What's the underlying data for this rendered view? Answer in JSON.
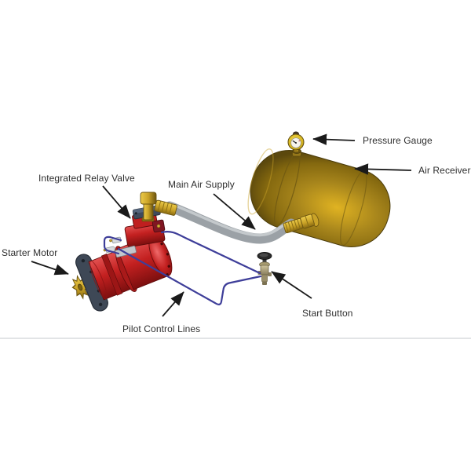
{
  "figure": {
    "labels": {
      "pressure_gauge": "Pressure Gauge",
      "air_receiver": "Air Receiver",
      "integrated_relay_valve": "Integrated Relay Valve",
      "main_air_supply": "Main Air Supply",
      "starter_motor": "Starter Motor",
      "pilot_control_lines": "Pilot Control Lines",
      "start_button": "Start Button"
    },
    "colors": {
      "tank_gold": "#a8861c",
      "tank_gold_light": "#e0b322",
      "tank_gold_dark": "#5b480d",
      "motor_red": "#c32020",
      "motor_red_light": "#e25050",
      "motor_red_dark": "#7c0f0f",
      "flange_slate": "#3e4856",
      "brass": "#c9a227",
      "brass_light": "#eccb4a",
      "brass_dark": "#6b5410",
      "hose_gray": "#9ba1a6",
      "hose_gray_light": "#c9cdd0",
      "pilot_blue": "#3e3e99",
      "arrow_black": "#1a1a1a",
      "divider_gray": "#d8dbde",
      "label_text": "#2e2e2e"
    }
  }
}
